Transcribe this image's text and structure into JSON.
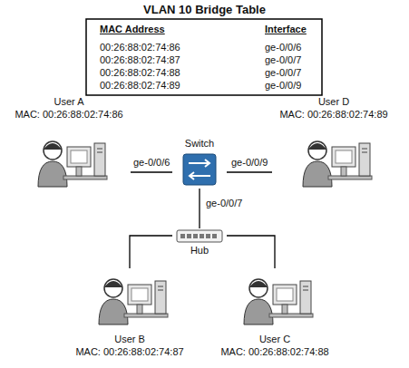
{
  "diagram": {
    "title": "VLAN 10 Bridge Table",
    "nodes": [
      {
        "text": [
          "User A",
          "MAC: 00:26:88:02:74:86"
        ]
      },
      {
        "text": [
          "Switch"
        ]
      },
      {
        "text": [
          "User D",
          "MAC: 00:26:88:02:74:89"
        ]
      },
      {
        "text": [
          "Hub"
        ]
      },
      {
        "text": [
          "User B",
          "MAC: 00:26:88:02:74:87"
        ]
      },
      {
        "text": [
          "User C",
          "MAC: 00:26:88:02:74:88"
        ]
      }
    ],
    "edges": [
      {
        "from": 0,
        "to": 1,
        "arrow": "none",
        "label": "ge-0/0/6"
      },
      {
        "from": 1,
        "to": 2,
        "arrow": "none",
        "label": "ge-0/0/9"
      },
      {
        "from": 1,
        "to": 3,
        "arrow": "none",
        "label": "ge-0/0/7"
      },
      {
        "from": 3,
        "to": 4,
        "arrow": "none"
      },
      {
        "from": 3,
        "to": 5,
        "arrow": "none"
      }
    ],
    "labels": [
      "MAC Address",
      "Interface",
      "00:26:88:02:74:86",
      "ge-0/0/6",
      "00:26:88:02:74:87",
      "ge-0/0/7",
      "00:26:88:02:74:88",
      "ge-0/0/7",
      "00:26:88:02:74:89",
      "ge-0/0/9"
    ]
  }
}
